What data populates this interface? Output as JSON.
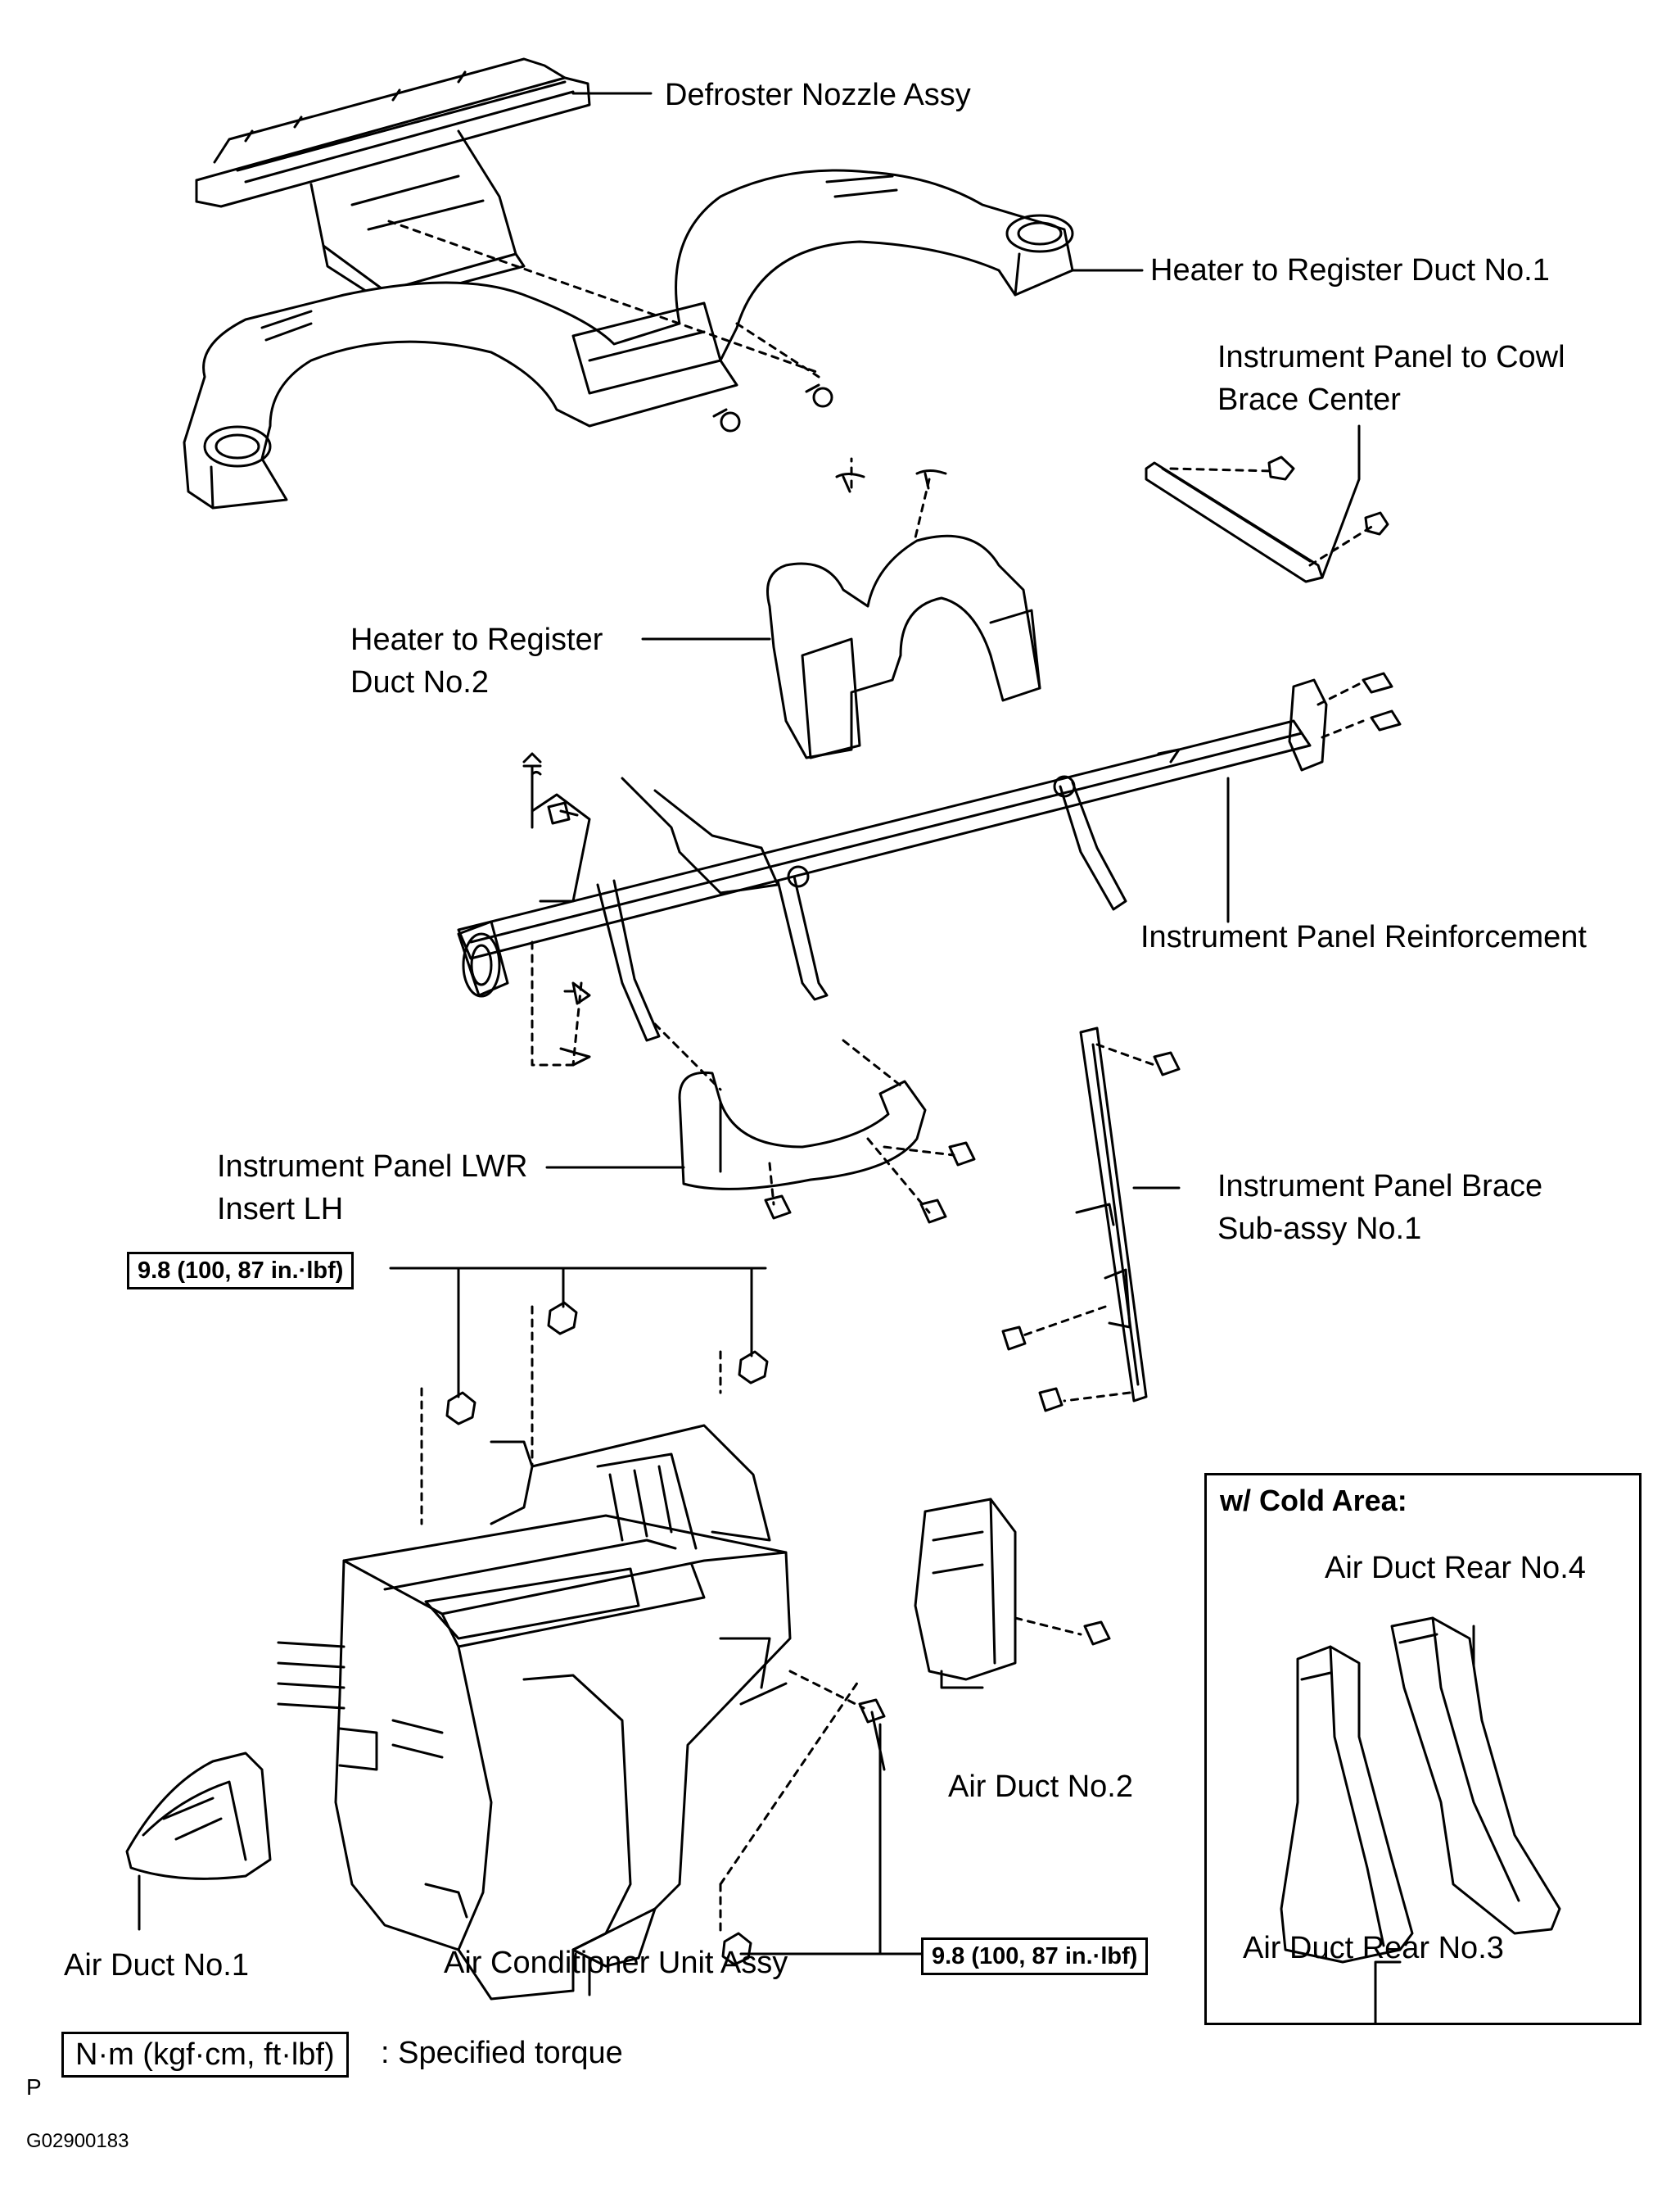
{
  "labels": {
    "defroster_nozzle": "Defroster Nozzle Assy",
    "heater_duct_1": "Heater to Register Duct No.1",
    "ip_cowl_brace_line1": "Instrument Panel to Cowl",
    "ip_cowl_brace_line2": "Brace Center",
    "heater_duct_2_line1": "Heater to Register",
    "heater_duct_2_line2": "Duct No.2",
    "ip_reinforcement": "Instrument Panel Reinforcement",
    "lwr_insert_line1": "Instrument Panel LWR",
    "lwr_insert_line2": "Insert LH",
    "brace_sub_line1": "Instrument Panel Brace",
    "brace_sub_line2": "Sub-assy  No.1",
    "air_duct_2": "Air Duct No.2",
    "air_duct_1": "Air Duct No.1",
    "ac_unit": "Air Conditioner Unit Assy"
  },
  "torque": {
    "upper": "9.8 (100, 87 in.·lbf)",
    "lower": "9.8 (100, 87 in.·lbf)"
  },
  "inset": {
    "title": "w/ Cold Area:",
    "rear_4": "Air Duct Rear No.4",
    "rear_3": "Air Duct Rear No.3"
  },
  "legend": {
    "unit": "N·m (kgf·cm, ft·lbf)",
    "desc": ": Specified torque"
  },
  "footer": {
    "letter": "P",
    "code": "G02900183"
  }
}
